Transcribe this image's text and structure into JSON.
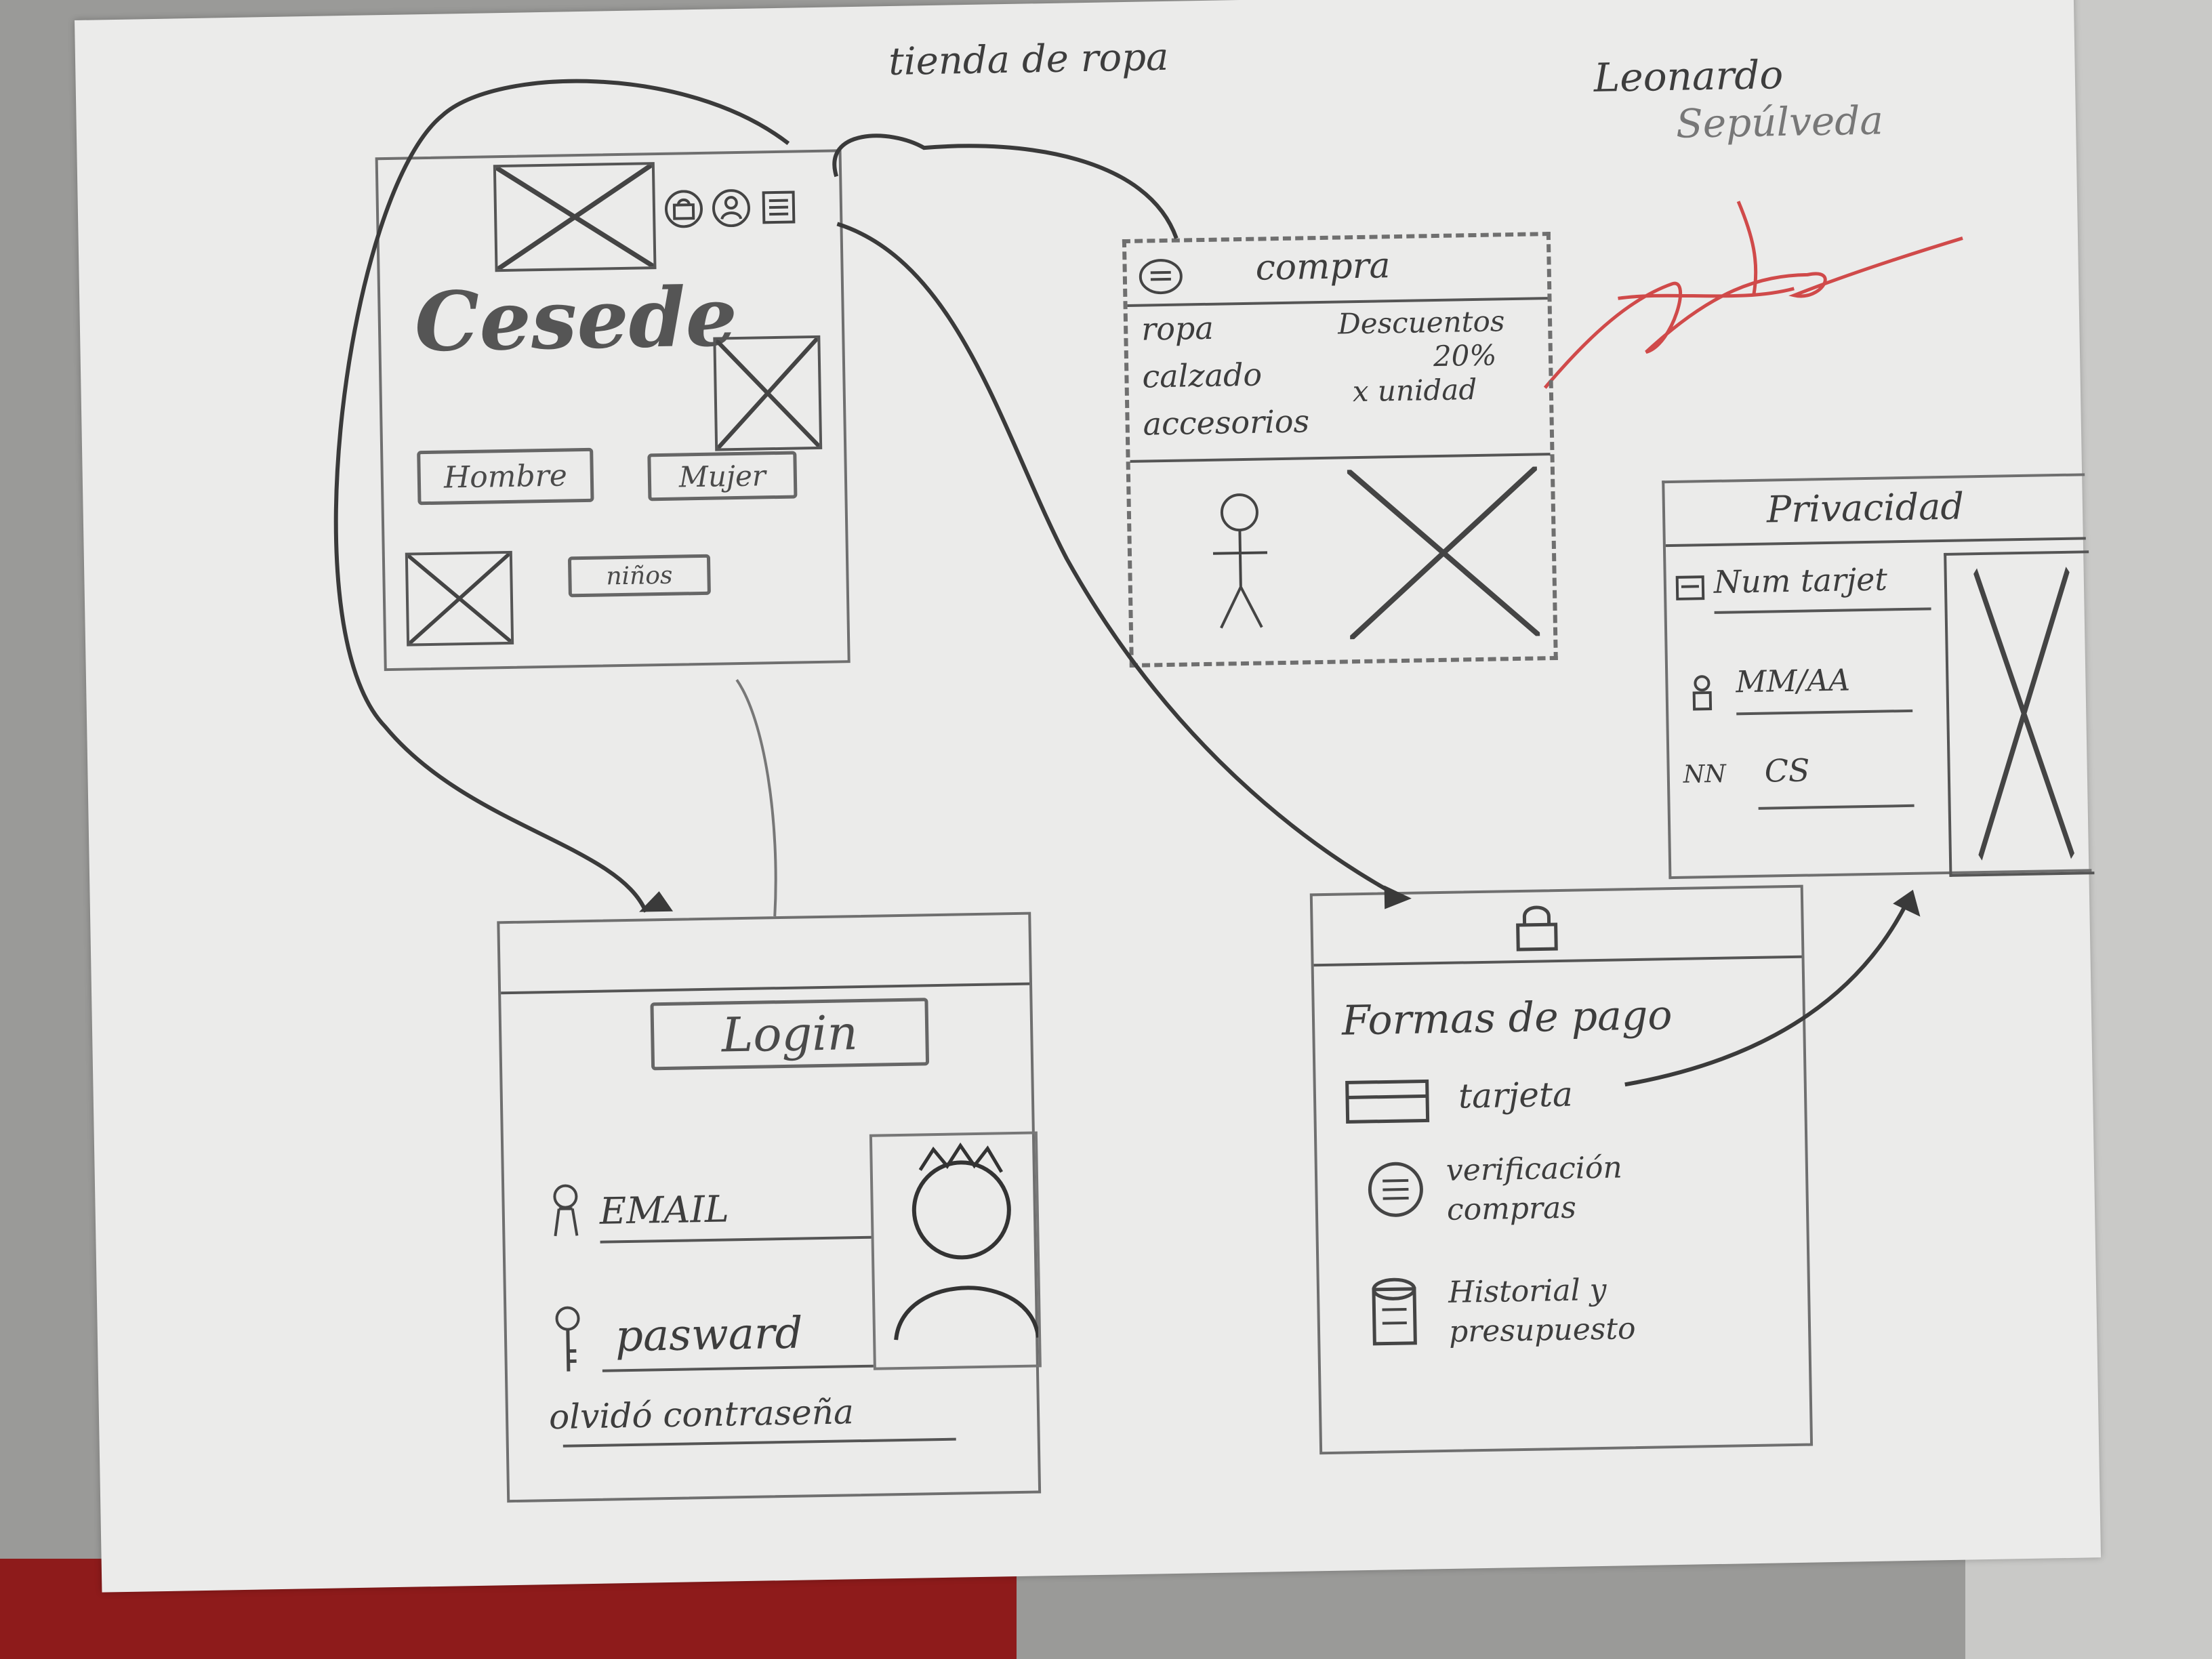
{
  "sheet": {
    "title": "tienda de ropa",
    "author_first": "Leonardo",
    "author_last": "Sepúlveda"
  },
  "home": {
    "brand": "Cesede",
    "buttons": [
      "Hombre",
      "Mujer",
      "niños"
    ],
    "icons": [
      "bag-icon",
      "user-icon",
      "menu-icon"
    ]
  },
  "compra": {
    "header": "compra",
    "categories": [
      "ropa",
      "calzado",
      "accesorios"
    ],
    "discount_title": "Descuentos",
    "discount_value": "20%",
    "discount_unit": "x unidad"
  },
  "login": {
    "title": "Login",
    "email_label": "EMAIL",
    "password_label": "pasward",
    "forgot_label": "olvidó contraseña"
  },
  "pago": {
    "title": "Formas de pago",
    "options": [
      "tarjeta",
      "verificación compras",
      "Historial y presupuesto"
    ]
  },
  "privacidad": {
    "title": "Privacidad",
    "card_number": "Num tarjet",
    "expiry": "MM/AA",
    "cvv_prefix": "NN",
    "cvv": "CS"
  },
  "colors": {
    "pencil": "#555555",
    "paper": "#ebebea",
    "signature": "#d04a4a"
  }
}
